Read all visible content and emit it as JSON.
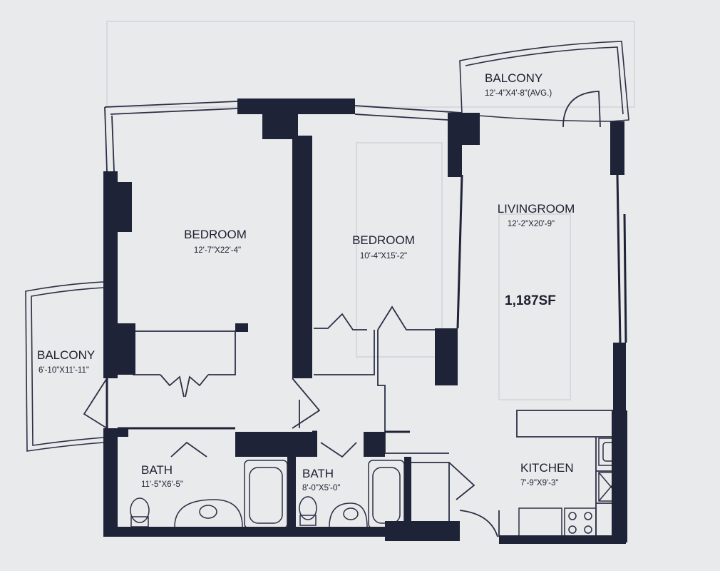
{
  "plan": {
    "rooms": [
      {
        "name": "BEDROOM",
        "dims": "12'-7\"X22'-4\""
      },
      {
        "name": "BEDROOM",
        "dims": "10'-4\"X15'-2\""
      },
      {
        "name": "LIVINGROOM",
        "dims": "12'-2\"X20'-9\""
      },
      {
        "name": "BALCONY",
        "dims": "12'-4\"X4'-8\"(AVG.)"
      },
      {
        "name": "BALCONY",
        "dims": "6'-10\"X11'-11\""
      },
      {
        "name": "BATH",
        "dims": "11'-5\"X6'-5\""
      },
      {
        "name": "BATH",
        "dims": "8'-0\"X5'-0\""
      },
      {
        "name": "KITCHEN",
        "dims": "7'-9\"X9'-3\""
      }
    ],
    "total_area": "1,187SF",
    "colors": {
      "wall": "#1f2338",
      "line": "#2a2f45",
      "paper": "#e9eaec"
    }
  }
}
